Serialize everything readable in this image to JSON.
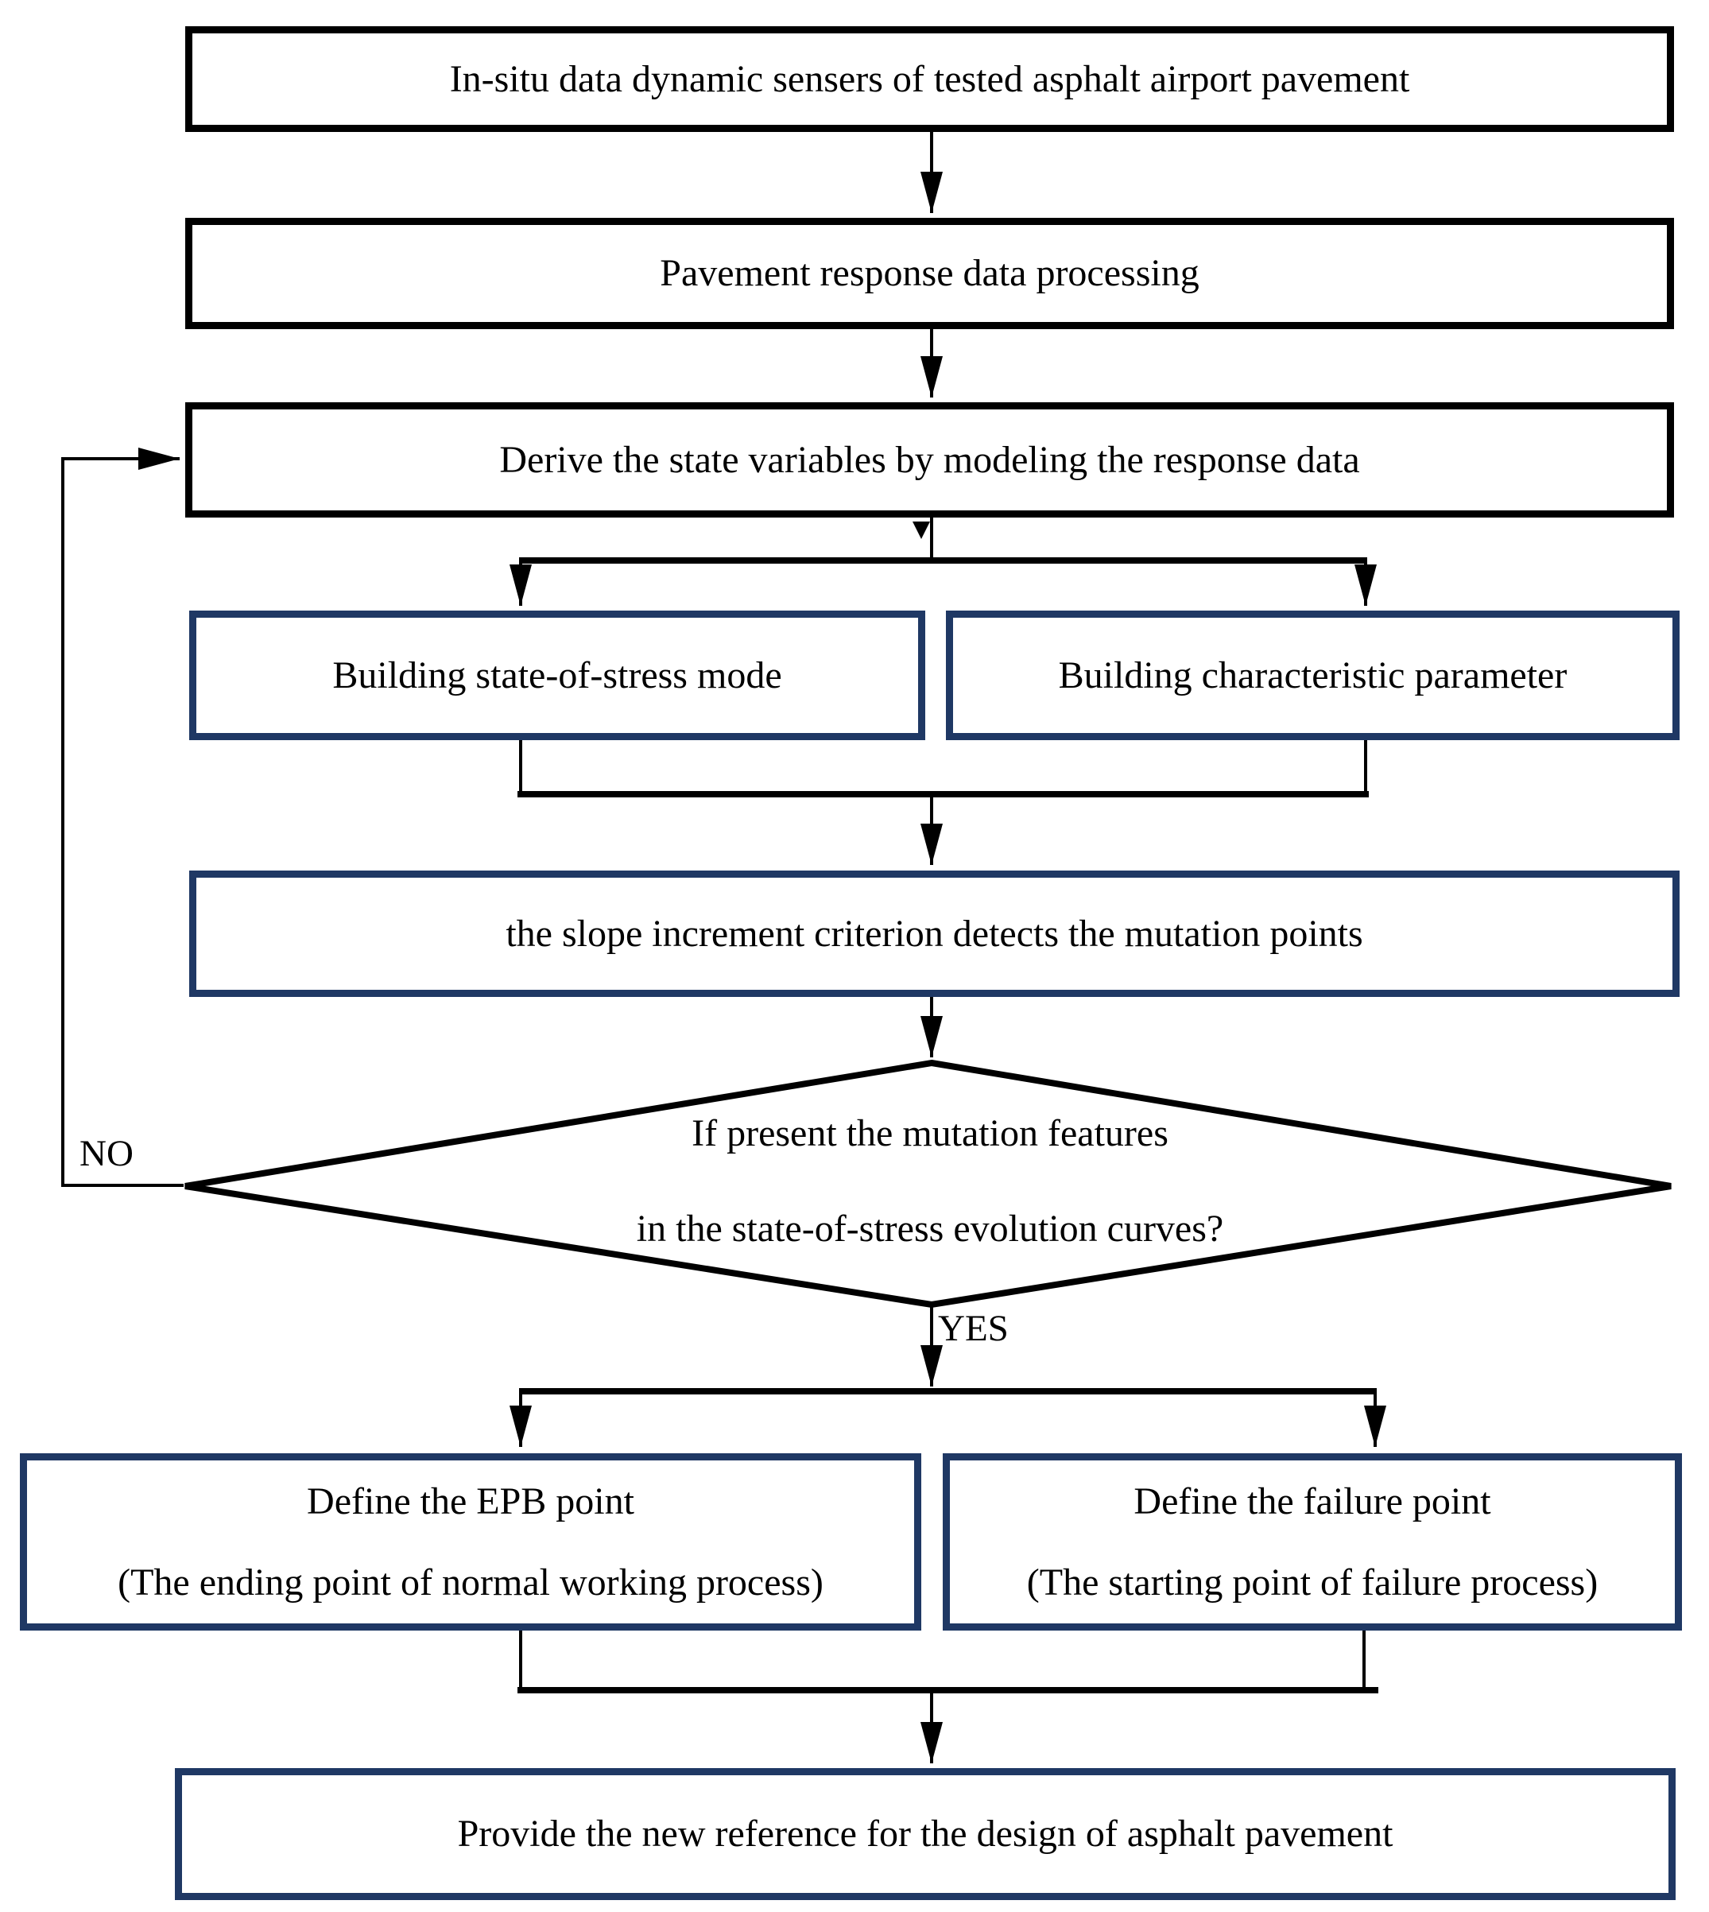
{
  "flowchart": {
    "nodes": {
      "insitu": "In-situ data dynamic sensers of tested asphalt airport pavement",
      "processing": "Pavement response data processing",
      "derive": "Derive the state variables by modeling the response data",
      "stress_mode": "Building state-of-stress mode",
      "char_param": "Building characteristic parameter",
      "slope_criterion": "the slope increment criterion detects the mutation points",
      "decision_line1": "If present the mutation features",
      "decision_line2": "in the state-of-stress evolution curves?",
      "epb_line1": "Define the EPB point",
      "epb_line2": "(The ending point of normal working process)",
      "failure_line1": "Define the failure point",
      "failure_line2": "(The starting point of failure process)",
      "reference": "Provide the new reference for the design of asphalt pavement"
    },
    "edge_labels": {
      "no": "NO",
      "yes": "YES"
    },
    "colors": {
      "navy": "#1f3864",
      "line": "#000000",
      "bg": "#ffffff"
    }
  }
}
